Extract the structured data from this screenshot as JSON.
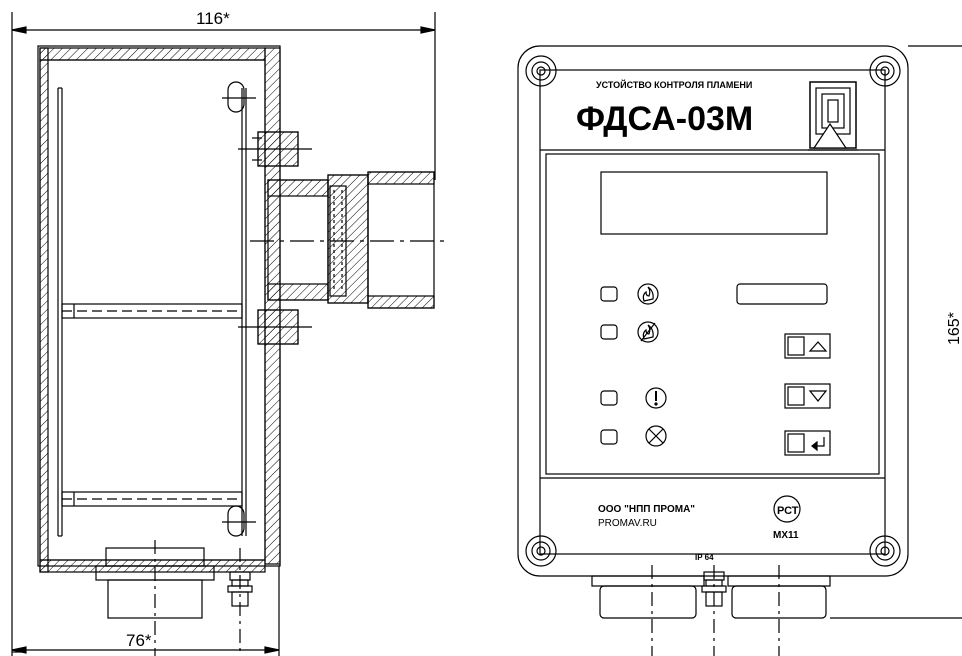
{
  "dimensions": {
    "overall_width": "116*",
    "bottom_width": "76*",
    "height": "165*"
  },
  "front_panel": {
    "title_small": "УСТОЙСТВО КОНТРОЛЯ ПЛАМЕНИ",
    "model": "ФДСА-03М",
    "company": "ООО \"НПП ПРОМА\"",
    "website": "PROMAV.RU",
    "certification_code": "МХ11",
    "certification_mark": "РСТ",
    "ingress_rating": "IP 64"
  },
  "indicators": [
    {
      "name": "flame-present",
      "icon": "flame-icon"
    },
    {
      "name": "flame-absent",
      "icon": "flame-crossed-icon"
    },
    {
      "name": "warning",
      "icon": "exclamation-icon"
    },
    {
      "name": "fault",
      "icon": "cross-circle-icon"
    }
  ],
  "buttons": [
    {
      "name": "up",
      "icon": "triangle-up-icon"
    },
    {
      "name": "down",
      "icon": "triangle-down-icon"
    },
    {
      "name": "enter",
      "icon": "enter-arrow-icon"
    }
  ]
}
